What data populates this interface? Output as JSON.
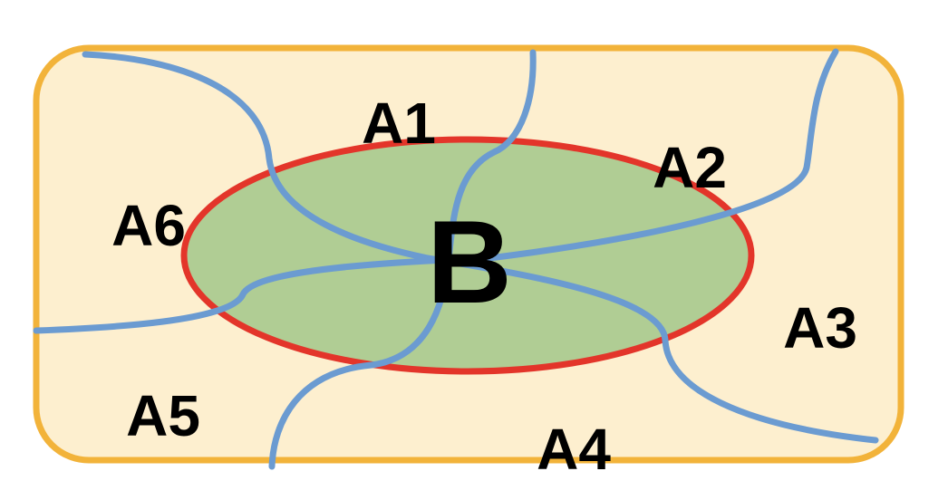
{
  "colors": {
    "outer_fill": "#fdefcf",
    "outer_stroke": "#f2b33a",
    "ellipse_fill": "#b0cd94",
    "ellipse_stroke": "#e3352a",
    "line_color": "#6b9bd1",
    "text_color": "#000000"
  },
  "labels": {
    "center": "B",
    "regions": [
      "A1",
      "A2",
      "A3",
      "A4",
      "A5",
      "A6"
    ]
  }
}
